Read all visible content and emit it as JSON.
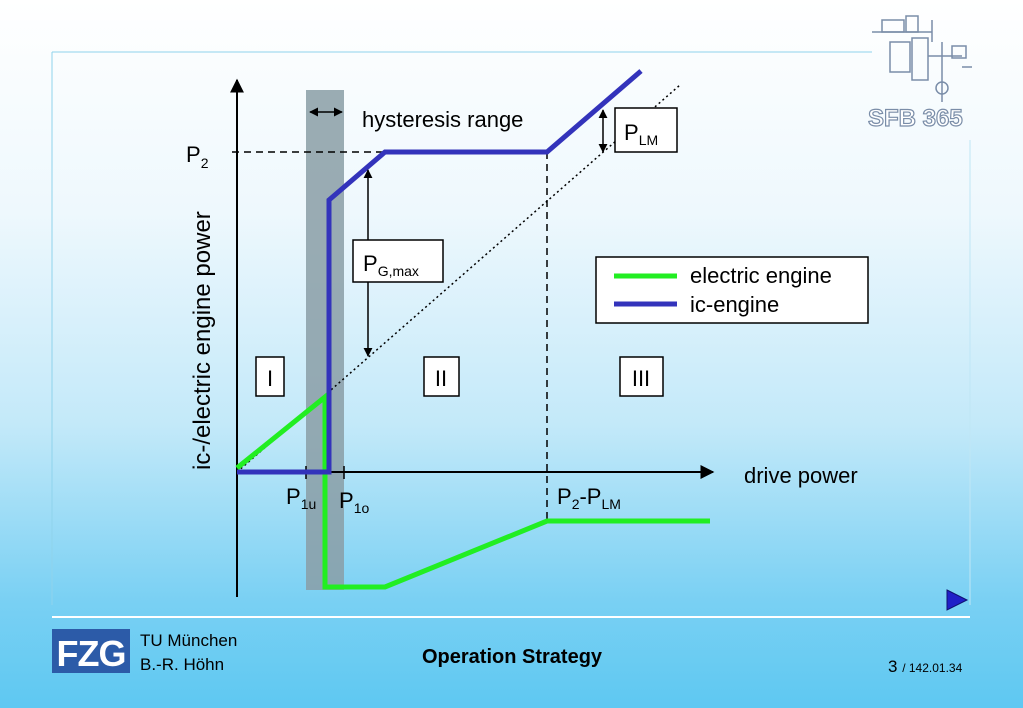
{
  "slide": {
    "title": "Operation Strategy",
    "page_number": "3",
    "page_suffix": "/ 142.01.34",
    "university": "TU München",
    "author": "B.-R. Höhn"
  },
  "logos": {
    "fzg": "FZG",
    "sfb": "SFB 365"
  },
  "diagram": {
    "y_axis_label": "ic-/electric engine power",
    "x_axis_label": "drive power",
    "p2_label": "P",
    "p2_sub": "2",
    "hysteresis_label": "hysteresis range",
    "plm_box": {
      "main": "P",
      "sub": "LM"
    },
    "pgmax_box": {
      "main": "P",
      "sub": "G,max"
    },
    "p1u": {
      "main": "P",
      "sub": "1u"
    },
    "p1o": {
      "main": "P",
      "sub": "1o"
    },
    "p2plm": {
      "main": "P",
      "sub1": "2",
      "mid": "-P",
      "sub2": "LM"
    },
    "regions": [
      "I",
      "II",
      "III"
    ],
    "legend": [
      {
        "name": "electric engine",
        "color": "#22ee22"
      },
      {
        "name": "ic-engine",
        "color": "#3333bb"
      }
    ],
    "colors": {
      "electric": "#22ee22",
      "ic": "#3333bb",
      "hysteresis_band": "#8a9ea6"
    }
  }
}
